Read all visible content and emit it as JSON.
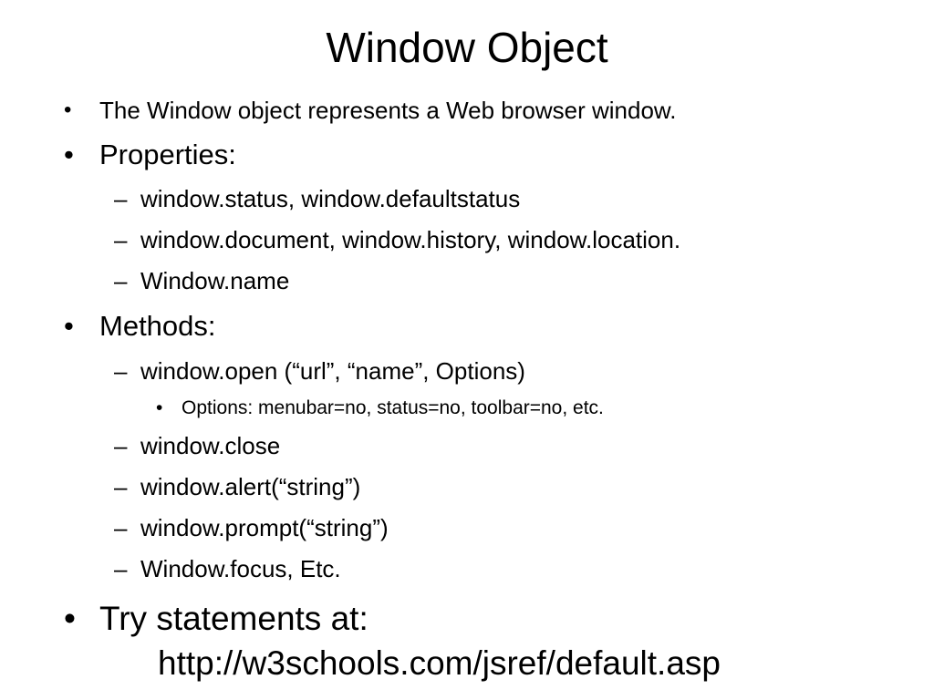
{
  "slide": {
    "title": "Window Object",
    "bullet_glyph": "•",
    "dash_glyph": "–",
    "items": [
      {
        "level": 1,
        "text": "The Window object represents a Web browser window."
      },
      {
        "level": 1,
        "text": "Properties:"
      },
      {
        "level": 2,
        "text": "window.status, window.defaultstatus"
      },
      {
        "level": 2,
        "text": "window.document, window.history, window.location."
      },
      {
        "level": 2,
        "text": "Window.name"
      },
      {
        "level": 1,
        "text": "Methods:"
      },
      {
        "level": 2,
        "text": "window.open (“url”, “name”, Options)"
      },
      {
        "level": 3,
        "text": "Options: menubar=no, status=no, toolbar=no, etc."
      },
      {
        "level": 2,
        "text": "window.close"
      },
      {
        "level": 2,
        "text": "window.alert(“string”)"
      },
      {
        "level": 2,
        "text": "window.prompt(“string”)"
      },
      {
        "level": 2,
        "text": "Window.focus, Etc."
      },
      {
        "level": 1,
        "text": "Try statements at:"
      },
      {
        "level": 0,
        "text": "http://w3schools.com/jsref/default.asp"
      }
    ]
  }
}
